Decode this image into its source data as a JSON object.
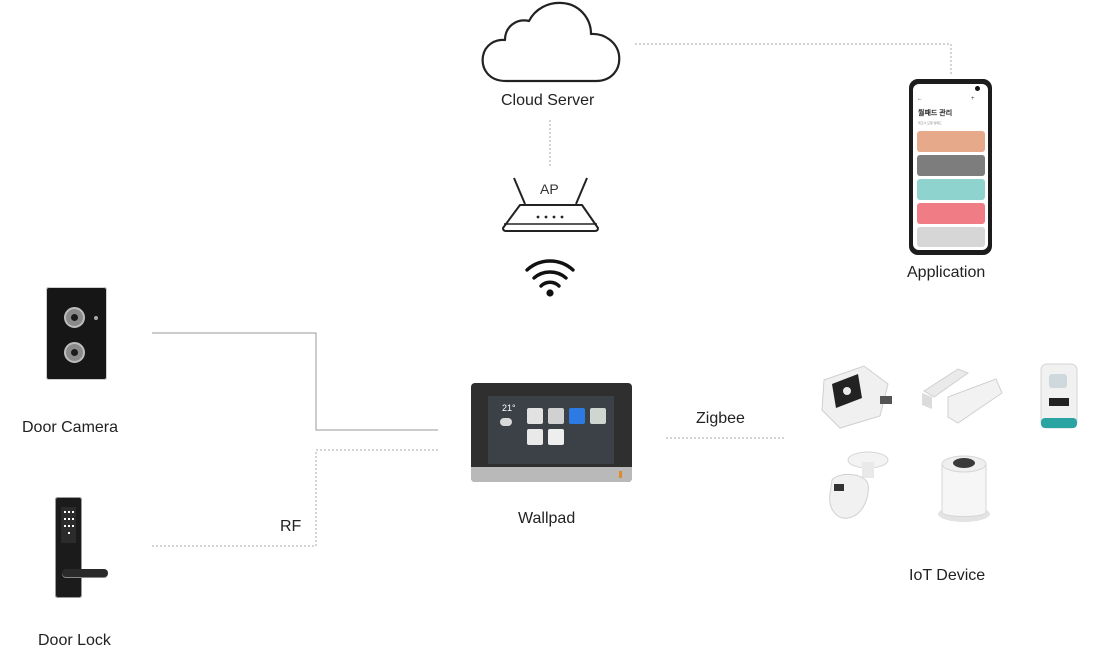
{
  "nodes": {
    "cloud": {
      "label": "Cloud Server"
    },
    "ap": {
      "label": "AP"
    },
    "application": {
      "label": "Application",
      "phone_screen": {
        "title": "월패드 관리",
        "subtitle": "제조사 모델 월패드"
      }
    },
    "door_camera": {
      "label": "Door Camera"
    },
    "door_lock": {
      "label": "Door Lock"
    },
    "wallpad": {
      "label": "Wallpad",
      "screen_time": "21°"
    },
    "iot": {
      "label": "IoT Device"
    }
  },
  "links": {
    "zigbee": "Zigbee",
    "rf": "RF"
  },
  "colors": {
    "line": "#9a9a9a",
    "dotted": "#a8a8a8",
    "device_dark": "#1d1d1d",
    "card_orange": "#e6a98a",
    "card_gray": "#7d7d7d",
    "card_teal": "#8fd3cf",
    "card_pink": "#f07d86"
  }
}
